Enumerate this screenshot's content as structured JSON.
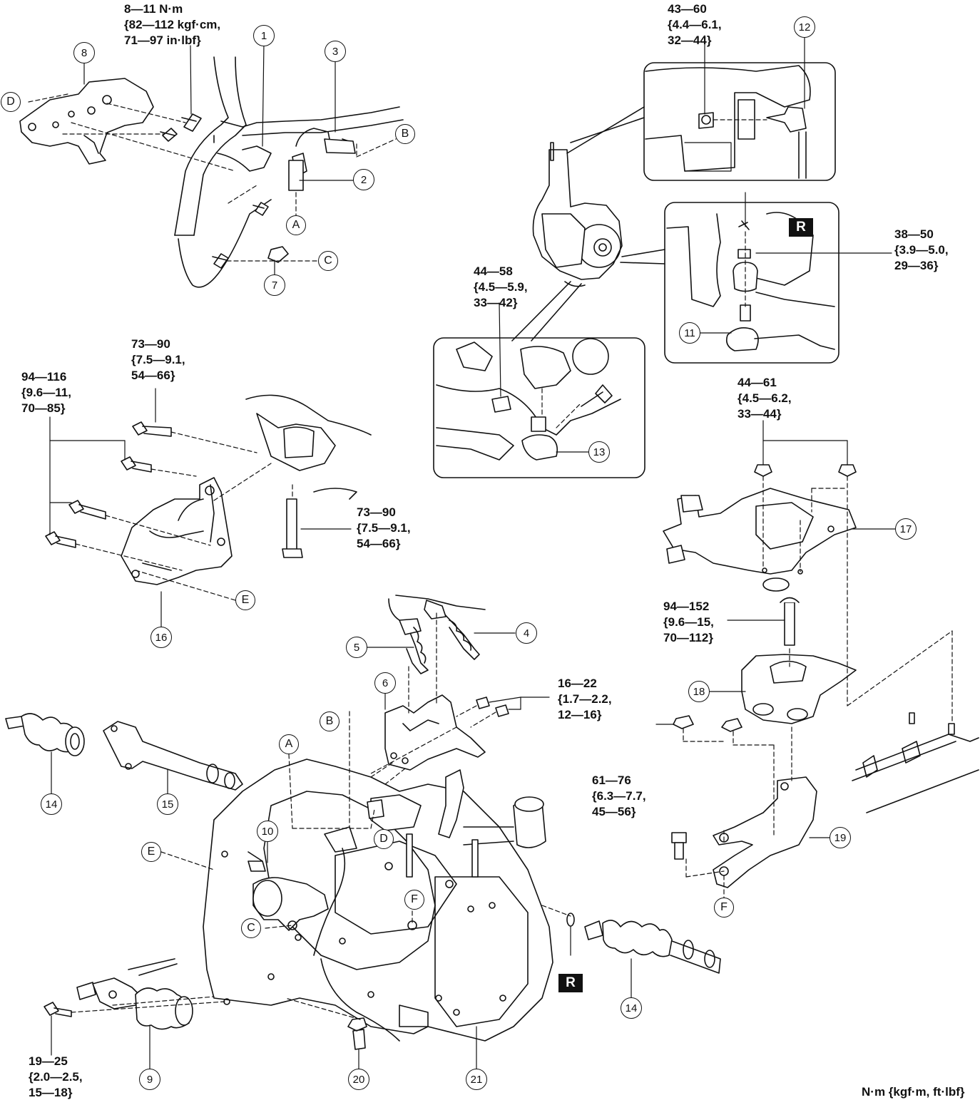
{
  "diagram": {
    "units_note": "N·m {kgf·m, ft·lbf}",
    "torque_specs": {
      "t8_11": "8—11 N·m\n{82—112 kgf·cm,\n71—97 in·lbf}",
      "t43_60": "43—60\n{4.4—6.1,\n32—44}",
      "t38_50": "38—50\n{3.9—5.0,\n29—36}",
      "t44_58": "44—58\n{4.5—5.9,\n33—42}",
      "t73_90_top": "73—90\n{7.5—9.1,\n54—66}",
      "t94_116": "94—116\n{9.6—11,\n70—85}",
      "t73_90_right": "73—90\n{7.5—9.1,\n54—66}",
      "t44_61": "44—61\n{4.5—6.2,\n33—44}",
      "t94_152": "94—152\n{9.6—15,\n70—112}",
      "t16_22": "16—22\n{1.7—2.2,\n12—16}",
      "t61_76": "61—76\n{6.3—7.7,\n45—56}",
      "t19_25": "19—25\n{2.0—2.5,\n15—18}"
    },
    "callouts": {
      "c1": "1",
      "c2": "2",
      "c3": "3",
      "c4": "4",
      "c5": "5",
      "c6": "6",
      "c7": "7",
      "c8": "8",
      "c9": "9",
      "c10": "10",
      "c11": "11",
      "c12": "12",
      "c13": "13",
      "c14a": "14",
      "c14b": "14",
      "c15": "15",
      "c16": "16",
      "c17": "17",
      "c18": "18",
      "c19": "19",
      "c20": "20",
      "c21": "21"
    },
    "reference_letters": {
      "A1": "A",
      "A2": "A",
      "B1": "B",
      "B2": "B",
      "C1": "C",
      "C2": "C",
      "D1": "D",
      "D2": "D",
      "E1": "E",
      "E2": "E",
      "F1": "F",
      "F2": "F"
    },
    "replace_badge": "R"
  }
}
